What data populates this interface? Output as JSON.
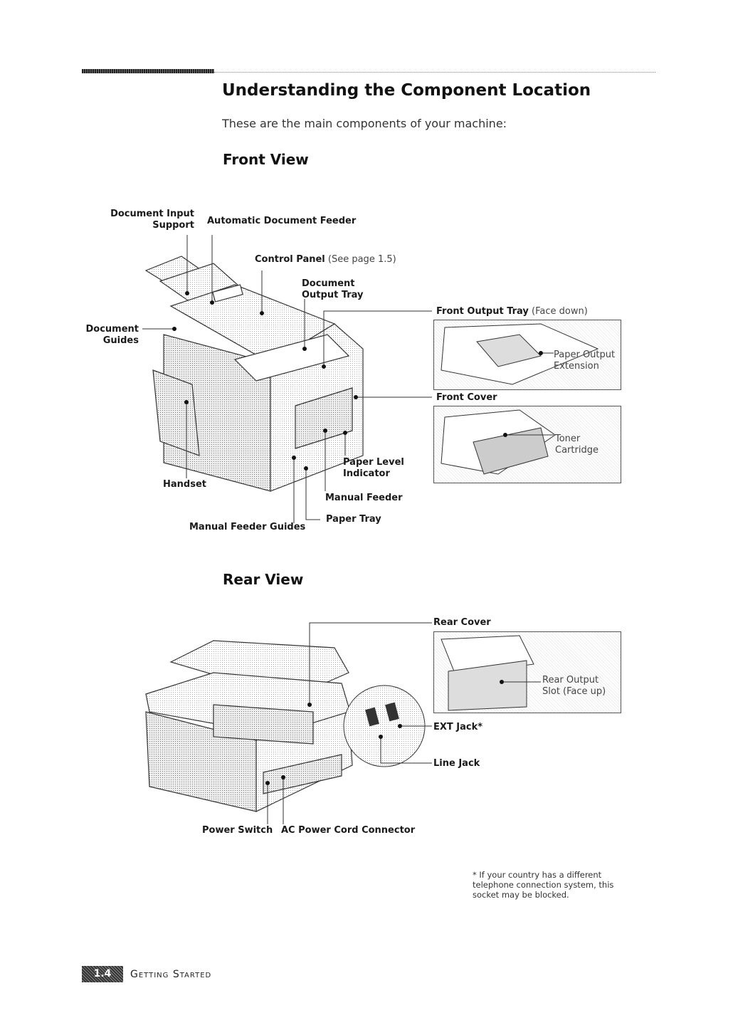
{
  "page": {
    "title": "Understanding the Component Location",
    "intro": "These are the main components of your machine:",
    "footer": {
      "page_number": "1.4",
      "section": "Getting Started"
    }
  },
  "front_view": {
    "heading": "Front View",
    "labels": {
      "doc_input_support_1": "Document Input",
      "doc_input_support_2": "Support",
      "adf": "Automatic Document Feeder",
      "control_panel": "Control Panel",
      "control_panel_note": "(See page 1.5)",
      "doc_output_tray_1": "Document",
      "doc_output_tray_2": "Output Tray",
      "doc_guides_1": "Document",
      "doc_guides_2": "Guides",
      "handset": "Handset",
      "manual_feeder_guides": "Manual Feeder Guides",
      "paper_level_1": "Paper Level",
      "paper_level_2": "Indicator",
      "manual_feeder": "Manual Feeder",
      "paper_tray": "Paper Tray",
      "front_output_tray": "Front Output Tray",
      "front_output_tray_note": "(Face down)",
      "paper_output_ext_1": "Paper Output",
      "paper_output_ext_2": "Extension",
      "front_cover": "Front Cover",
      "toner_1": "Toner",
      "toner_2": "Cartridge"
    }
  },
  "rear_view": {
    "heading": "Rear View",
    "labels": {
      "rear_cover": "Rear Cover",
      "rear_output_1": "Rear Output",
      "rear_output_2": "Slot (Face up)",
      "ext_jack": "EXT Jack*",
      "line_jack": "Line Jack",
      "power_switch": "Power Switch",
      "ac_connector": "AC Power Cord Connector"
    }
  },
  "footnote": {
    "line1": "* If your country has a different",
    "line2": "telephone connection system, this",
    "line3": "socket may be blocked."
  }
}
